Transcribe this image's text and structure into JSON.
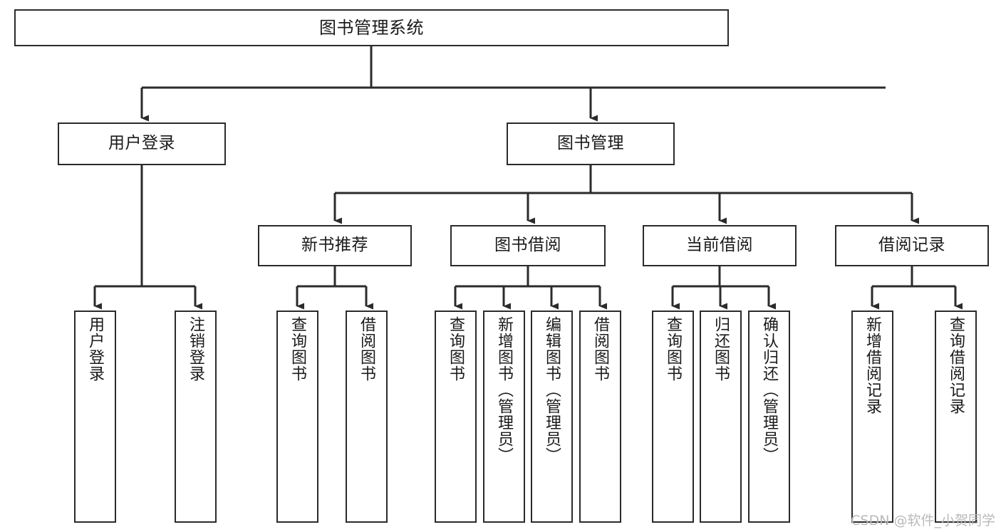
{
  "diagram": {
    "type": "tree",
    "orientation": "top-down",
    "title": "图书管理系统",
    "colors": {
      "border": "#2b2b2b",
      "fill": "#ffffff",
      "edge": "#2b2b2b",
      "text": "#1a1a1a",
      "watermark": "#b9b9b9"
    },
    "root": {
      "id": "root",
      "label": "图书管理系统"
    },
    "level2": [
      {
        "id": "user-login",
        "label": "用户登录"
      },
      {
        "id": "book-manage",
        "label": "图书管理"
      }
    ],
    "level3": [
      {
        "id": "new-book-recommend",
        "label": "新书推荐"
      },
      {
        "id": "book-borrow",
        "label": "图书借阅"
      },
      {
        "id": "current-borrow",
        "label": "当前借阅"
      },
      {
        "id": "borrow-record",
        "label": "借阅记录"
      }
    ],
    "leaves": {
      "user_login": [
        {
          "id": "leaf-user-login",
          "label": "用户登录"
        },
        {
          "id": "leaf-logout-login",
          "label": "注销登录"
        }
      ],
      "new_book_recommend": [
        {
          "id": "leaf-query-book-1",
          "label": "查询图书"
        },
        {
          "id": "leaf-borrow-book-1",
          "label": "借阅图书"
        }
      ],
      "book_borrow": [
        {
          "id": "leaf-query-book-2",
          "label": "查询图书"
        },
        {
          "id": "leaf-add-book",
          "label": "新增图书（管理员）"
        },
        {
          "id": "leaf-edit-book",
          "label": "编辑图书（管理员）"
        },
        {
          "id": "leaf-borrow-book-2",
          "label": "借阅图书"
        }
      ],
      "current_borrow": [
        {
          "id": "leaf-query-book-3",
          "label": "查询图书"
        },
        {
          "id": "leaf-return-book",
          "label": "归还图书"
        },
        {
          "id": "leaf-confirm-return",
          "label": "确认归还（管理员）"
        }
      ],
      "borrow_record": [
        {
          "id": "leaf-add-record",
          "label": "新增借阅记录"
        },
        {
          "id": "leaf-query-record",
          "label": "查询借阅记录"
        }
      ]
    }
  },
  "watermark": {
    "text": "CSDN @软件_小贺同学"
  }
}
